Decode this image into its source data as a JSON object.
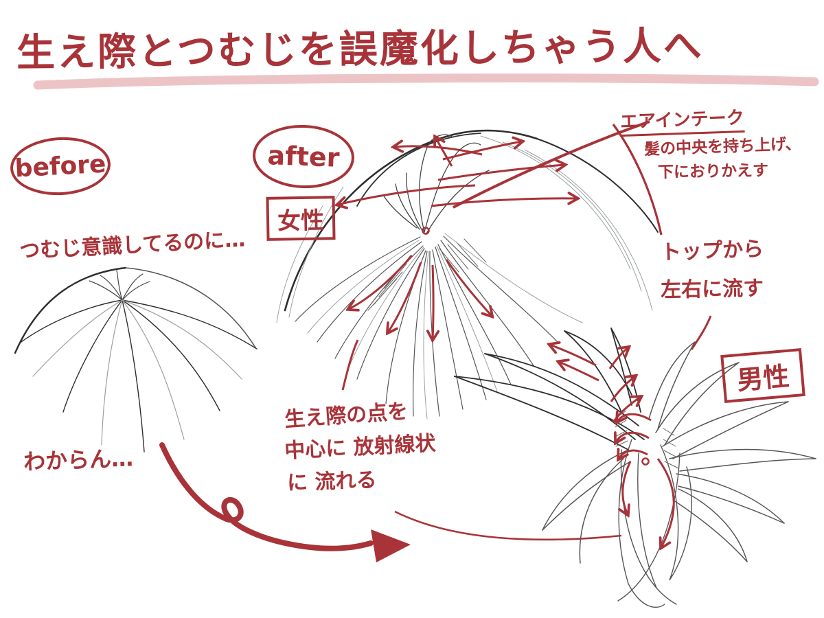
{
  "colors": {
    "accent_red": "#a83338",
    "underline_pink": "#edc4c6",
    "sketch_dark": "#2e2e2e",
    "sketch_light": "#9aa0a3"
  },
  "title": {
    "text": "生え際とつむじを誤魔化しちゃう人へ"
  },
  "labels": {
    "before": "before",
    "after": "after",
    "female": "女性",
    "male": "男性"
  },
  "annotations": {
    "before_note": "つむじ意識してるのに…",
    "before_note2": "わからん…",
    "air_intake_title": "エアインテーク",
    "air_intake_desc1": "髪の中央を持ち上げ、",
    "air_intake_desc2": "下におりかえす",
    "top_flow_line1": "トップから",
    "top_flow_line2": "左右に流す",
    "hairline_line1": "生え際の点を",
    "hairline_line2": "中心に 放射線状",
    "hairline_line3": "に 流れる"
  }
}
